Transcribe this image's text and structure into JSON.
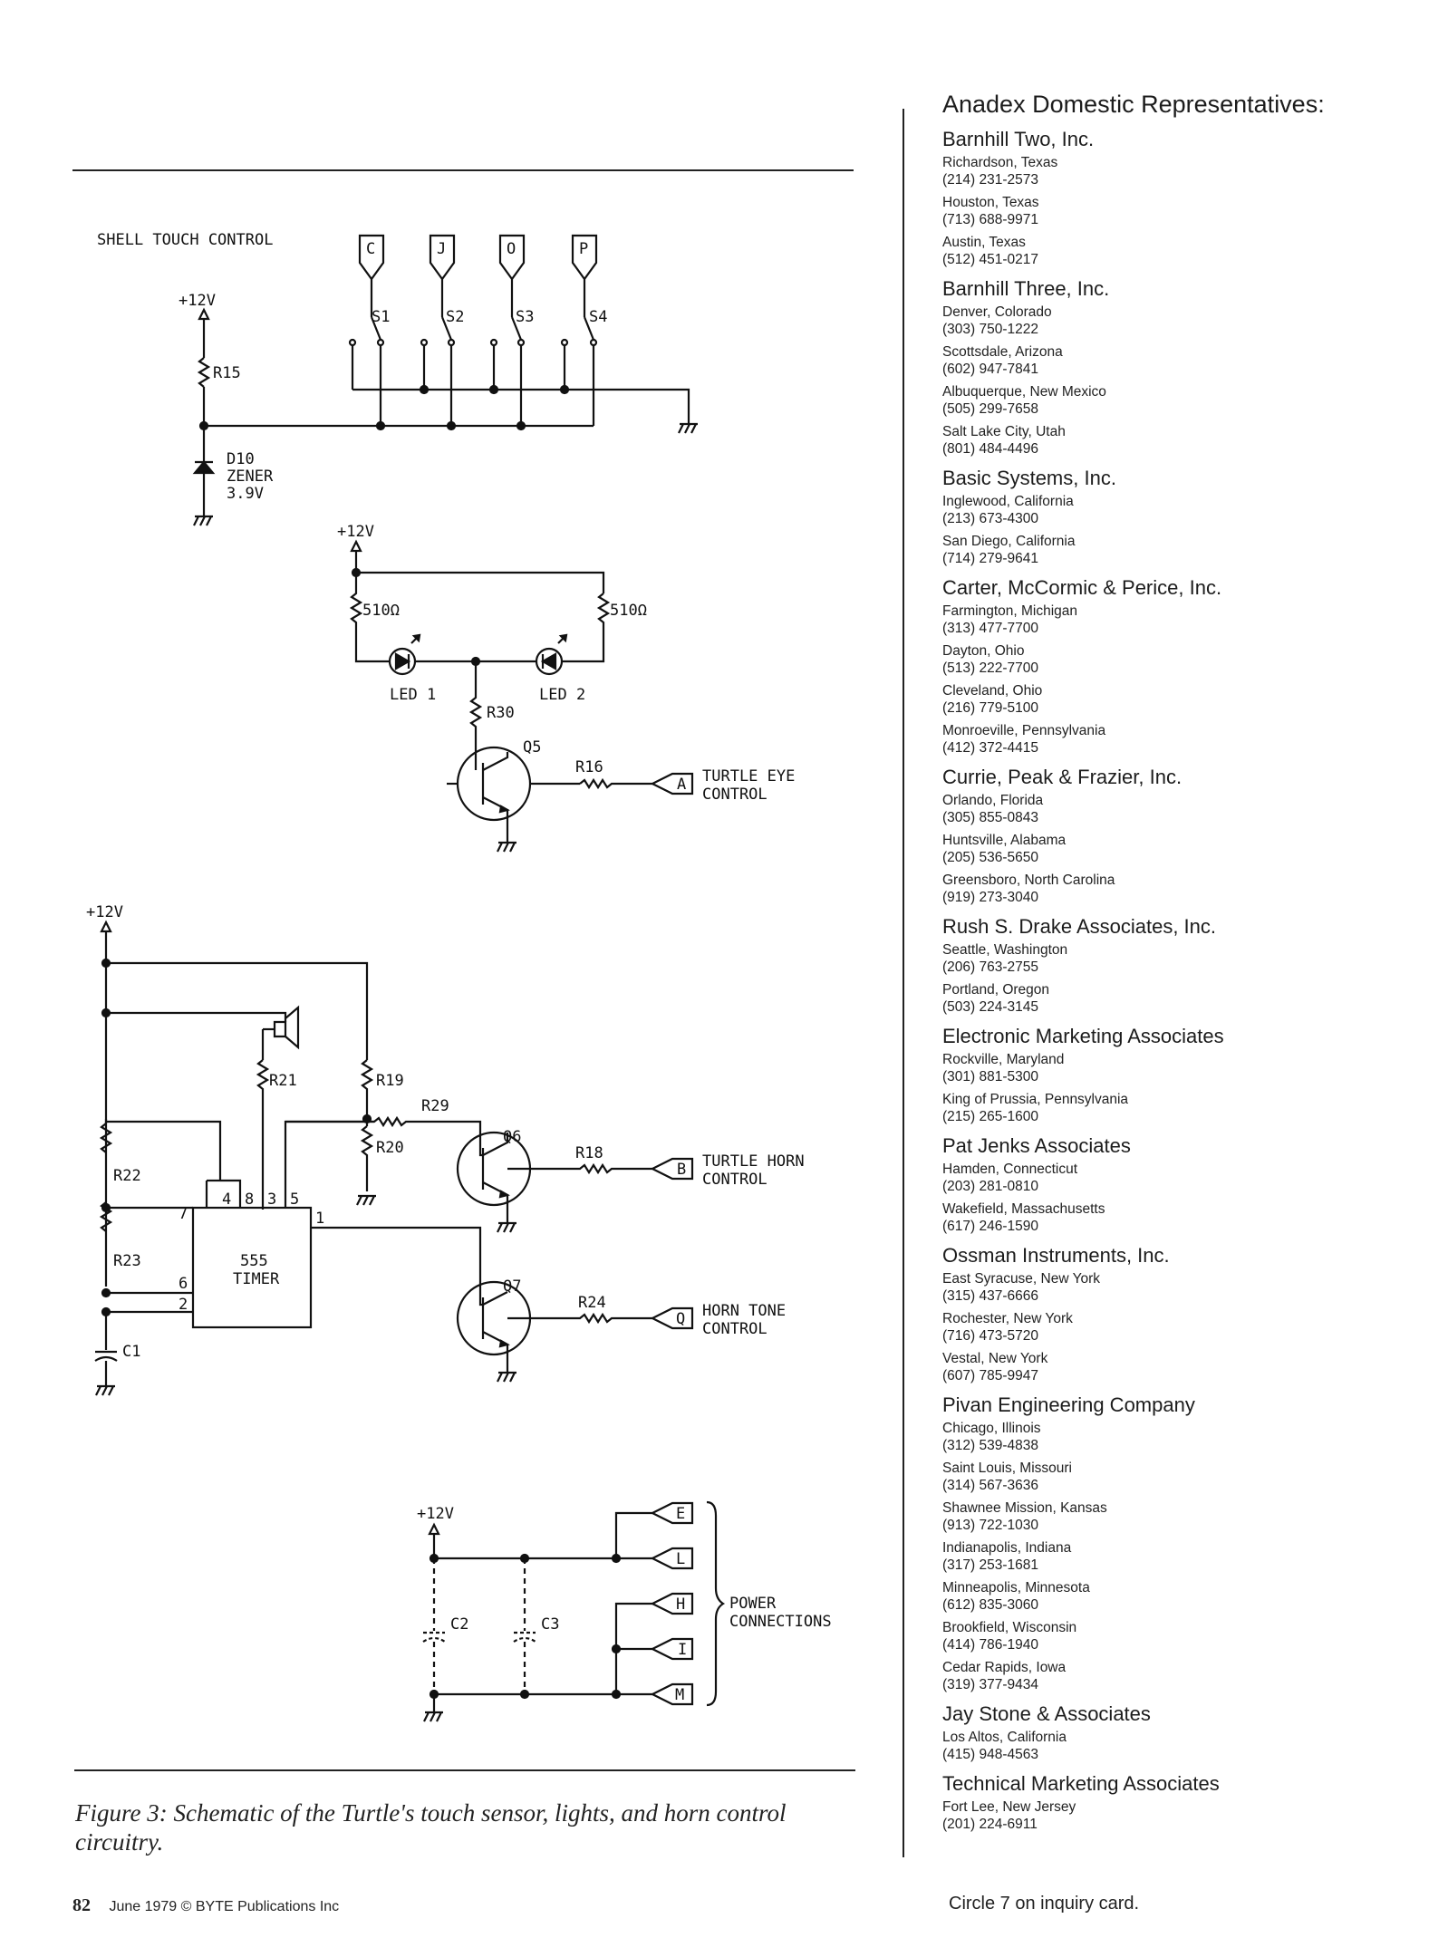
{
  "figure": {
    "title": "SHELL TOUCH CONTROL",
    "caption": "Figure 3: Schematic of the Turtle's touch sensor, lights, and horn control circuitry.",
    "labels": {
      "v12": "+12V",
      "r15": "R15",
      "d10": "D10",
      "zener": "ZENER",
      "z39": "3.9V",
      "s1": "S1",
      "s2": "S2",
      "s3": "S3",
      "s4": "S4",
      "tc": "C",
      "tj": "J",
      "to": "O",
      "tp": "P",
      "r510a": "510Ω",
      "r510b": "510Ω",
      "led1": "LED 1",
      "led2": "LED 2",
      "r30": "R30",
      "q5": "Q5",
      "r16": "R16",
      "ca": "A",
      "eye1": "TURTLE EYE",
      "eye2": "CONTROL",
      "r21": "R21",
      "r19": "R19",
      "r29": "R29",
      "r20": "R20",
      "q6": "Q6",
      "r18": "R18",
      "cb": "B",
      "horn1": "TURTLE HORN",
      "horn2": "CONTROL",
      "r22": "R22",
      "r23": "R23",
      "p4": "4",
      "p8": "8",
      "p3": "3",
      "p5": "5",
      "p7": "7",
      "p6": "6",
      "p2": "2",
      "p1": "1",
      "t555": "555",
      "timer": "TIMER",
      "c1": "C1",
      "q7": "Q7",
      "r24": "R24",
      "cq": "Q",
      "tone1": "HORN TONE",
      "tone2": "CONTROL",
      "c2": "C2",
      "c3": "C3",
      "ce": "E",
      "cl": "L",
      "ch": "H",
      "ci": "I",
      "cm": "M",
      "pow1": "POWER",
      "pow2": "CONNECTIONS"
    }
  },
  "footer": {
    "page_number": "82",
    "publication": "June 1979 © BYTE Publications Inc",
    "inquiry": "Circle 7 on inquiry card."
  },
  "sidebar": {
    "heading": "Anadex Domestic Representatives:",
    "firms": [
      {
        "name": "Barnhill Two, Inc.",
        "offices": [
          [
            "Richardson, Texas",
            "(214) 231-2573"
          ],
          [
            "Houston, Texas",
            "(713) 688-9971"
          ],
          [
            "Austin, Texas",
            "(512) 451-0217"
          ]
        ]
      },
      {
        "name": "Barnhill Three, Inc.",
        "offices": [
          [
            "Denver, Colorado",
            "(303) 750-1222"
          ],
          [
            "Scottsdale, Arizona",
            "(602) 947-7841"
          ],
          [
            "Albuquerque, New Mexico",
            "(505) 299-7658"
          ],
          [
            "Salt Lake City, Utah",
            "(801) 484-4496"
          ]
        ]
      },
      {
        "name": "Basic Systems, Inc.",
        "offices": [
          [
            "Inglewood, California",
            "(213) 673-4300"
          ],
          [
            "San Diego, California",
            "(714) 279-9641"
          ]
        ]
      },
      {
        "name": "Carter, McCormic & Perice, Inc.",
        "offices": [
          [
            "Farmington, Michigan",
            "(313) 477-7700"
          ],
          [
            "Dayton, Ohio",
            "(513) 222-7700"
          ],
          [
            "Cleveland, Ohio",
            "(216) 779-5100"
          ],
          [
            "Monroeville, Pennsylvania",
            "(412) 372-4415"
          ]
        ]
      },
      {
        "name": "Currie, Peak & Frazier, Inc.",
        "offices": [
          [
            "Orlando, Florida",
            "(305) 855-0843"
          ],
          [
            "Huntsville, Alabama",
            "(205) 536-5650"
          ],
          [
            "Greensboro, North Carolina",
            "(919) 273-3040"
          ]
        ]
      },
      {
        "name": "Rush S. Drake Associates, Inc.",
        "offices": [
          [
            "Seattle, Washington",
            "(206) 763-2755"
          ],
          [
            "Portland, Oregon",
            "(503) 224-3145"
          ]
        ]
      },
      {
        "name": "Electronic Marketing Associates",
        "offices": [
          [
            "Rockville, Maryland",
            "(301) 881-5300"
          ],
          [
            "King of Prussia, Pennsylvania",
            "(215) 265-1600"
          ]
        ]
      },
      {
        "name": "Pat Jenks Associates",
        "offices": [
          [
            "Hamden, Connecticut",
            "(203) 281-0810"
          ],
          [
            "Wakefield, Massachusetts",
            "(617) 246-1590"
          ]
        ]
      },
      {
        "name": "Ossman Instruments, Inc.",
        "offices": [
          [
            "East Syracuse, New York",
            "(315) 437-6666"
          ],
          [
            "Rochester, New York",
            "(716) 473-5720"
          ],
          [
            "Vestal, New York",
            "(607) 785-9947"
          ]
        ]
      },
      {
        "name": "Pivan Engineering Company",
        "offices": [
          [
            "Chicago, Illinois",
            "(312) 539-4838"
          ],
          [
            "Saint Louis, Missouri",
            "(314) 567-3636"
          ],
          [
            "Shawnee Mission, Kansas",
            "(913) 722-1030"
          ],
          [
            "Indianapolis, Indiana",
            "(317) 253-1681"
          ],
          [
            "Minneapolis, Minnesota",
            "(612) 835-3060"
          ],
          [
            "Brookfield, Wisconsin",
            "(414) 786-1940"
          ],
          [
            "Cedar Rapids, Iowa",
            "(319) 377-9434"
          ]
        ]
      },
      {
        "name": "Jay Stone & Associates",
        "offices": [
          [
            "Los Altos, California",
            "(415) 948-4563"
          ]
        ]
      },
      {
        "name": "Technical Marketing Associates",
        "offices": [
          [
            "Fort Lee, New Jersey",
            "(201) 224-6911"
          ]
        ]
      }
    ]
  }
}
